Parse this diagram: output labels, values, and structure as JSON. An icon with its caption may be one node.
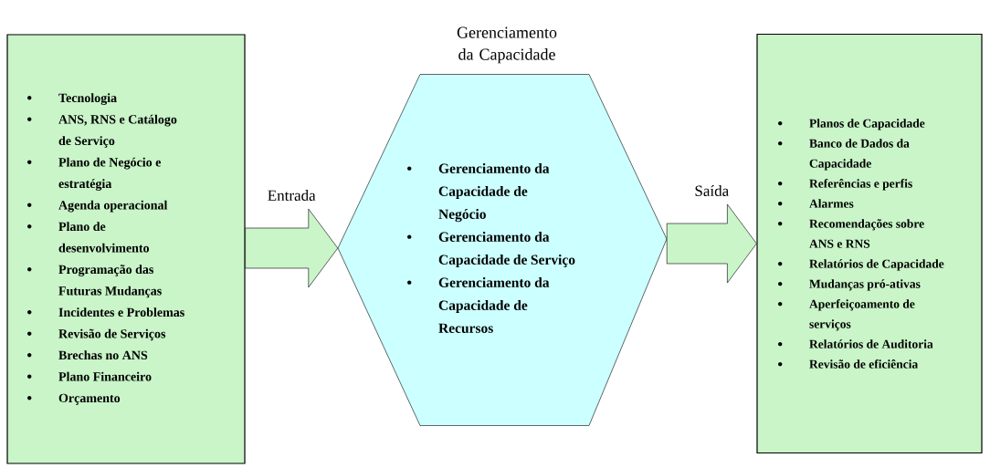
{
  "diagram": {
    "nodes": [
      {
        "text": [
          "Tecnologia",
          "ANS, RNS e Catálogo de Serviço",
          "Plano de Negócio e estratégia",
          "Agenda operacional",
          "Plano de desenvolvimento",
          "Programação das Futuras Mudanças",
          "Incidentes e Problemas",
          "Revisão de Serviços",
          "Brechas no ANS",
          "Plano Financeiro",
          "Orçamento"
        ]
      },
      {
        "text": [
          "Gerenciamento da Capacidade",
          "Gerenciamento da Capacidade de Negócio",
          "Gerenciamento da Capacidade de Serviço",
          "Gerenciamento da Capacidade de Recursos"
        ]
      },
      {
        "text": [
          "Planos de Capacidade",
          "Banco de Dados da Capacidade",
          "Referências e perfis",
          "Alarmes",
          "Recomendações sobre ANS e RNS",
          "Relatórios de Capacidade",
          "Mudanças pró-ativas",
          "Aperfeiçoamento de serviços",
          "Relatórios de Auditoria",
          "Revisão de eficiência"
        ]
      }
    ],
    "edges": [
      {
        "from": 0,
        "to": 1,
        "arrow": "to",
        "label": "Entrada"
      },
      {
        "from": 1,
        "to": 2,
        "arrow": "to",
        "label": "Saída"
      }
    ]
  }
}
